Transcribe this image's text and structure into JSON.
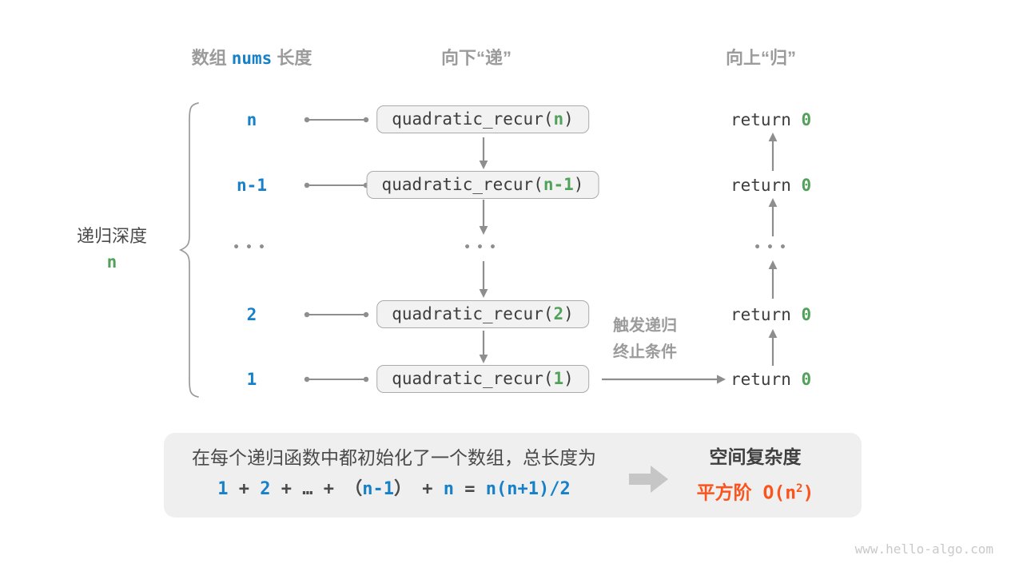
{
  "colors": {
    "accent_blue": "#1681C8",
    "accent_green": "#52A15A",
    "accent_orange": "#FA541C",
    "label_gray": "#9B9B9B"
  },
  "headers": {
    "array_prefix": "数组 ",
    "array_var": "nums",
    "array_suffix": " 长度",
    "down": "向下“递”",
    "up": "向上“归”"
  },
  "depth": {
    "label": "递归深度",
    "value": "n"
  },
  "rows": [
    {
      "size": "n",
      "call_prefix": "quadratic_recur(",
      "call_arg": "n",
      "call_suffix": ")",
      "return_prefix": "return ",
      "return_value": "0"
    },
    {
      "size": "n-1",
      "call_prefix": "quadratic_recur(",
      "call_arg": "n-1",
      "call_suffix": ")",
      "return_prefix": "return ",
      "return_value": "0"
    },
    {
      "size_dots": "•••",
      "call_dots": "•••",
      "return_dots": "•••"
    },
    {
      "size": "2",
      "call_prefix": "quadratic_recur(",
      "call_arg": "2",
      "call_suffix": ")",
      "return_prefix": "return ",
      "return_value": "0"
    },
    {
      "size": "1",
      "call_prefix": "quadratic_recur(",
      "call_arg": "1",
      "call_suffix": ")",
      "return_prefix": "return ",
      "return_value": "0"
    }
  ],
  "trigger": {
    "line1": "触发递归",
    "line2": "终止条件"
  },
  "bottom": {
    "description": "在每个递归函数中都初始化了一个数组，总长度为",
    "formula": {
      "t1": "1",
      "plus1": " + ",
      "t2": "2",
      "plus2": " + ",
      "ellipsis": "…",
      "plus3": " + ",
      "paren_open": "（",
      "t3": "n-1",
      "paren_close": "）",
      "plus4": " + ",
      "t4": "n",
      "equals": " = ",
      "t5": "n(n+1)/2"
    },
    "result_title": "空间复杂度",
    "result_prefix": "平方阶 O(n",
    "result_sup": "2",
    "result_suffix": ")"
  },
  "watermark": "www.hello-algo.com"
}
